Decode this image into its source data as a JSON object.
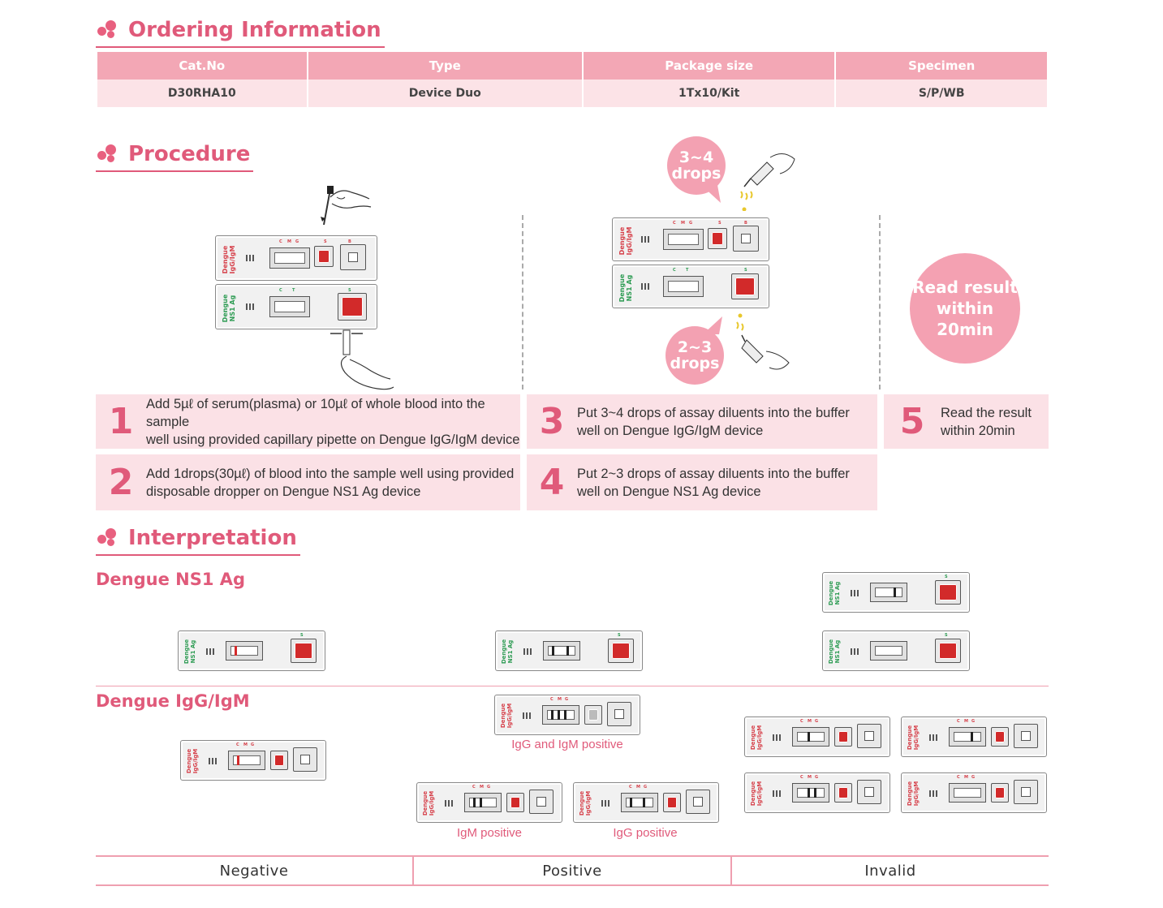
{
  "sections": {
    "ordering": "Ordering Information",
    "procedure": "Procedure",
    "interpretation": "Interpretation"
  },
  "order_table": {
    "headers": [
      "Cat.No",
      "Type",
      "Package size",
      "Specimen"
    ],
    "row": [
      "D30RHA10",
      "Device Duo",
      "1Tx10/Kit",
      "S/P/WB"
    ]
  },
  "procedure": {
    "bubble_top": [
      "3~4",
      "drops"
    ],
    "bubble_bottom": [
      "2~3",
      "drops"
    ],
    "read_circle": [
      "Read result",
      "within",
      "20min"
    ],
    "steps": [
      {
        "num": "1",
        "lines": [
          "Add 5µℓ of serum(plasma) or 10µℓ of whole blood into the sample",
          "well using provided capillary pipette on Dengue IgG/IgM device"
        ]
      },
      {
        "num": "2",
        "lines": [
          "Add 1drops(30µℓ) of blood into the sample well using provided",
          "disposable dropper on Dengue NS1 Ag device"
        ]
      },
      {
        "num": "3",
        "lines": [
          "Put 3~4 drops of assay diluents into the buffer",
          "well on Dengue IgG/IgM device"
        ]
      },
      {
        "num": "4",
        "lines": [
          "Put 2~3 drops of assay diluents into the buffer",
          "well on Dengue NS1 Ag device"
        ]
      },
      {
        "num": "5",
        "lines": [
          "Read the result",
          "within 20min"
        ]
      }
    ]
  },
  "device_labels": {
    "igg": [
      "Dengue",
      "IgG/IgM"
    ],
    "ns1": [
      "Dengue",
      "NS1 Ag"
    ]
  },
  "interpretation": {
    "ns1_title": "Dengue NS1 Ag",
    "igg_title": "Dengue IgG/IgM",
    "captions": {
      "both": "IgG and IgM positive",
      "igm": "IgM positive",
      "igg": "IgG positive"
    },
    "columns": [
      "Negative",
      "Positive",
      "Invalid"
    ]
  },
  "colors": {
    "accent": "#e05a7a",
    "header_bg": "#f3a7b5",
    "row_bg": "#fce3e7",
    "step_bg": "#fbe1e6"
  }
}
